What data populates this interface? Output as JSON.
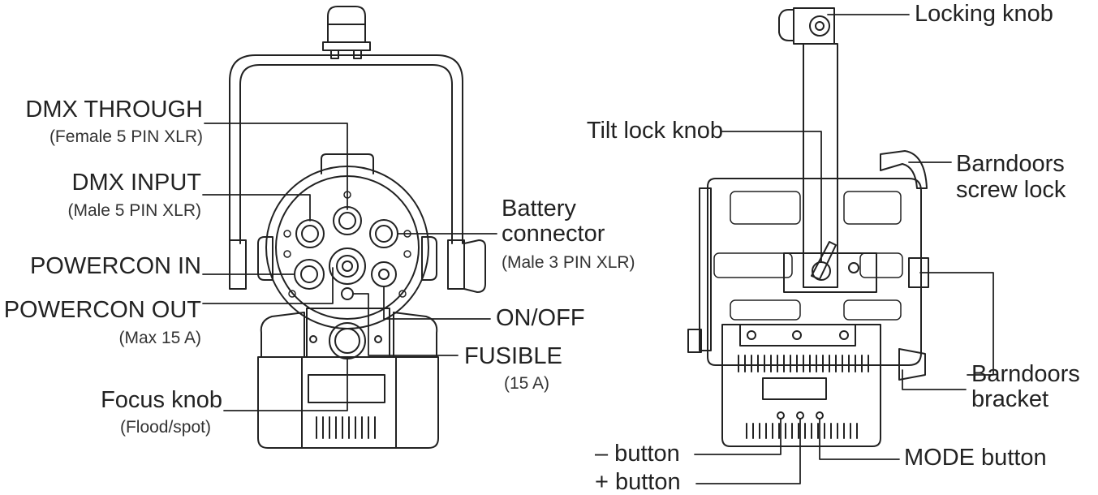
{
  "front_view": {
    "dmx_through": {
      "label": "DMX THROUGH",
      "sub": "(Female 5 PIN XLR)"
    },
    "dmx_input": {
      "label": "DMX INPUT",
      "sub": "(Male 5 PIN XLR)"
    },
    "powercon_in": {
      "label": "POWERCON IN"
    },
    "powercon_out": {
      "label": "POWERCON OUT",
      "sub": "(Max 15 A)"
    },
    "focus_knob": {
      "label": "Focus knob",
      "sub": "(Flood/spot)"
    },
    "battery_connector": {
      "label_line1": "Battery",
      "label_line2": "connector",
      "sub": "(Male 3 PIN XLR)"
    },
    "on_off": {
      "label": "ON/OFF"
    },
    "fusible": {
      "label": "FUSIBLE",
      "sub": "(15 A)"
    }
  },
  "side_view": {
    "locking_knob": {
      "label": "Locking knob"
    },
    "tilt_lock_knob": {
      "label": "Tilt lock knob"
    },
    "barndoors_screw_lock": {
      "label_line1": "Barndoors",
      "label_line2": "screw lock"
    },
    "barndoors_bracket": {
      "label_line1": "Barndoors",
      "label_line2": "bracket"
    },
    "minus_button": {
      "label": "– button"
    },
    "plus_button": {
      "label": "+ button"
    },
    "mode_button": {
      "label": "MODE button"
    }
  }
}
